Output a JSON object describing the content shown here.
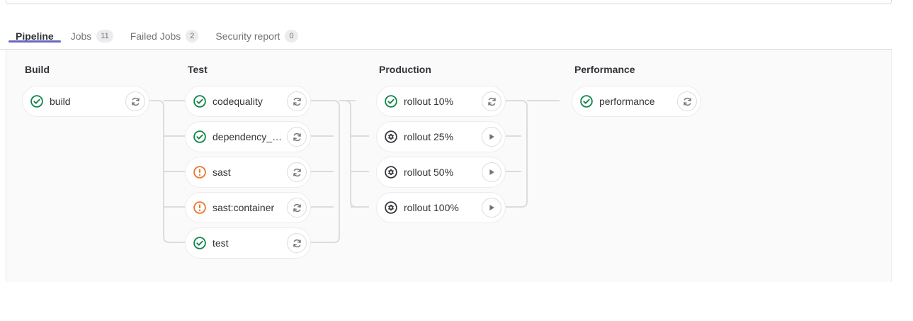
{
  "tabs": [
    {
      "label": "Pipeline",
      "badge": null,
      "active": true,
      "name": "tab-pipeline"
    },
    {
      "label": "Jobs",
      "badge": "11",
      "active": false,
      "name": "tab-jobs"
    },
    {
      "label": "Failed Jobs",
      "badge": "2",
      "active": false,
      "name": "tab-failed-jobs"
    },
    {
      "label": "Security report",
      "badge": "0",
      "active": false,
      "name": "tab-security-report"
    }
  ],
  "colors": {
    "active_tab_underline": "#6666c4",
    "success": "#108548",
    "warning": "#e9772e",
    "manual": "#3a383f",
    "canvas": "#fafafa",
    "card_border": "#ececef",
    "connector": "#dcdcde"
  },
  "stages": [
    {
      "title": "Build",
      "jobs": [
        {
          "name": "build",
          "status": "success",
          "action": "retry"
        }
      ]
    },
    {
      "title": "Test",
      "jobs": [
        {
          "name": "codequality",
          "status": "success",
          "action": "retry"
        },
        {
          "name": "dependency_s...",
          "status": "success",
          "action": "retry"
        },
        {
          "name": "sast",
          "status": "warning",
          "action": "retry"
        },
        {
          "name": "sast:container",
          "status": "warning",
          "action": "retry"
        },
        {
          "name": "test",
          "status": "success",
          "action": "retry"
        }
      ]
    },
    {
      "title": "Production",
      "jobs": [
        {
          "name": "rollout 10%",
          "status": "success",
          "action": "retry"
        },
        {
          "name": "rollout 25%",
          "status": "manual",
          "action": "play"
        },
        {
          "name": "rollout 50%",
          "status": "manual",
          "action": "play"
        },
        {
          "name": "rollout 100%",
          "status": "manual",
          "action": "play"
        }
      ]
    },
    {
      "title": "Performance",
      "jobs": [
        {
          "name": "performance",
          "status": "success",
          "action": "retry"
        }
      ]
    }
  ],
  "icons": {
    "success": "status-success-icon",
    "warning": "status-warning-icon",
    "manual": "status-manual-gear-icon",
    "retry": "retry-icon",
    "play": "play-icon"
  }
}
